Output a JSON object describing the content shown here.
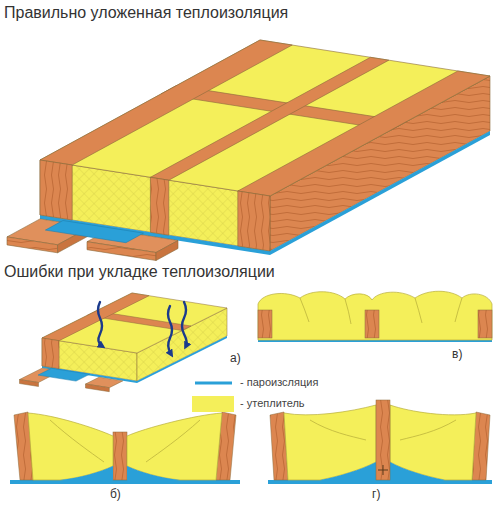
{
  "diagram": {
    "title": "Правильно уложенная теплоизоляция",
    "labels": [
      "Ошибки при укладке теплоизоляции",
      "а)",
      "в)",
      "б)",
      "г)"
    ],
    "legend": [
      {
        "text": "- пароизсляция"
      },
      {
        "text": "- утеплитель",
        "color": "#f4ef5a"
      }
    ]
  }
}
